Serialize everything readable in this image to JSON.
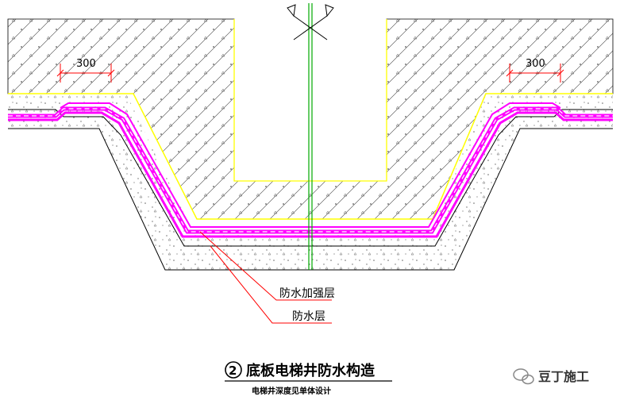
{
  "dimensions": {
    "left": "300",
    "right": "300"
  },
  "labels": {
    "reinforcement_layer": "防水加强层",
    "waterproof_layer": "防水层"
  },
  "title": {
    "number": "2",
    "text": "底板电梯井防水构造",
    "subtitle": "电梯井深度见单体设计"
  },
  "watermark": {
    "icon": "wechat-icon",
    "text": "豆丁施工"
  },
  "colors": {
    "waterproof_membrane": "#ff00ff",
    "protective_layer": "#ffff00",
    "centerline": "#00aa00",
    "leader_line": "#ff0000"
  }
}
